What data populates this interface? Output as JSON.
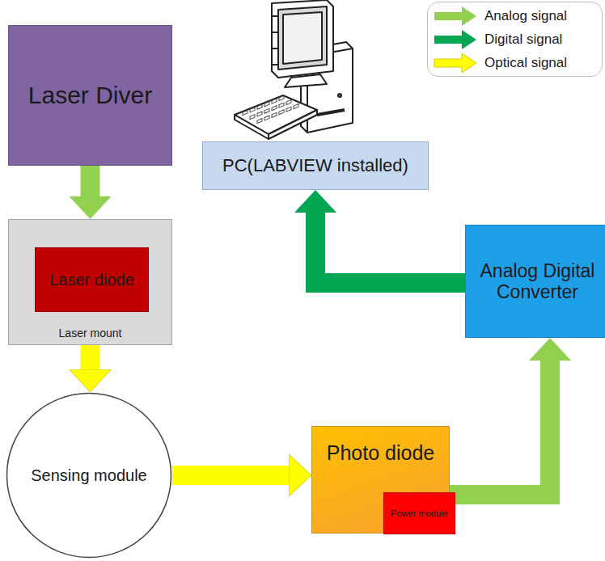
{
  "diagram": {
    "nodes": [
      {
        "text": [
          "Laser Diver"
        ]
      },
      {
        "text": [
          "Laser mount"
        ]
      },
      {
        "text": [
          "Laser diode"
        ],
        "in": 1
      },
      {
        "text": [
          "PC(LABVIEW installed)"
        ]
      },
      {
        "text": [
          "Analog Digital Converter"
        ]
      },
      {
        "text": [
          "Sensing module"
        ]
      },
      {
        "text": [
          "Photo diode"
        ]
      },
      {
        "text": [
          "Power module"
        ],
        "in": 6
      }
    ],
    "edges": [
      {
        "from": 0,
        "to": 1,
        "arrow": "to"
      },
      {
        "from": 1,
        "to": 5,
        "arrow": "to"
      },
      {
        "from": 5,
        "to": 6,
        "arrow": "to"
      },
      {
        "from": 6,
        "to": 4,
        "arrow": "to"
      },
      {
        "from": 4,
        "to": 3,
        "arrow": "to"
      }
    ],
    "legend": [
      {
        "text": "Analog signal",
        "color": "#92d050"
      },
      {
        "text": "Digital signal",
        "color": "#00a651"
      },
      {
        "text": "Optical signal",
        "color": "#ffff00"
      }
    ]
  }
}
